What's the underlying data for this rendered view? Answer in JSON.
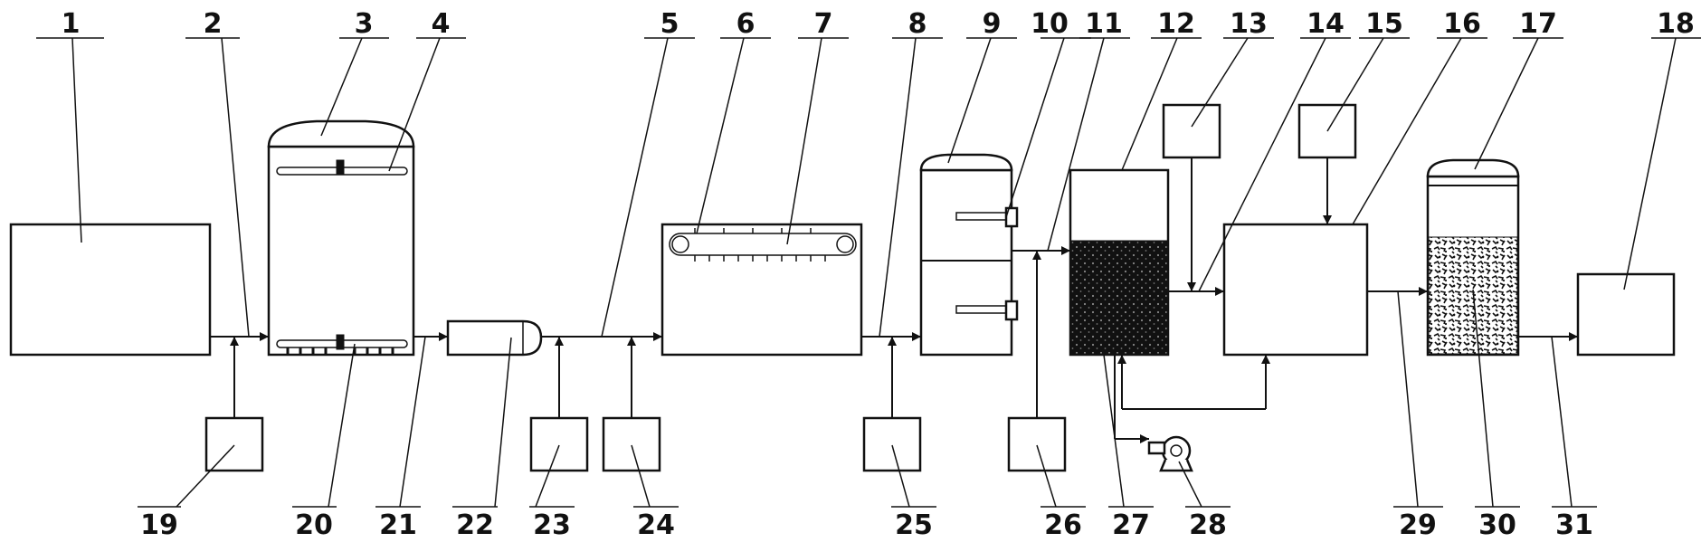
{
  "callouts": [
    {
      "id": "c1",
      "text": "1"
    },
    {
      "id": "c2",
      "text": "2"
    },
    {
      "id": "c3",
      "text": "3"
    },
    {
      "id": "c4",
      "text": "4"
    },
    {
      "id": "c5",
      "text": "5"
    },
    {
      "id": "c6",
      "text": "6"
    },
    {
      "id": "c7",
      "text": "7"
    },
    {
      "id": "c8",
      "text": "8"
    },
    {
      "id": "c9",
      "text": "9"
    },
    {
      "id": "c10",
      "text": "10"
    },
    {
      "id": "c11",
      "text": "11"
    },
    {
      "id": "c12",
      "text": "12"
    },
    {
      "id": "c13",
      "text": "13"
    },
    {
      "id": "c14",
      "text": "14"
    },
    {
      "id": "c15",
      "text": "15"
    },
    {
      "id": "c16",
      "text": "16"
    },
    {
      "id": "c17",
      "text": "17"
    },
    {
      "id": "c18",
      "text": "18"
    },
    {
      "id": "c19",
      "text": "19"
    },
    {
      "id": "c20",
      "text": "20"
    },
    {
      "id": "c21",
      "text": "21"
    },
    {
      "id": "c22",
      "text": "22"
    },
    {
      "id": "c23",
      "text": "23"
    },
    {
      "id": "c24",
      "text": "24"
    },
    {
      "id": "c25",
      "text": "25"
    },
    {
      "id": "c26",
      "text": "26"
    },
    {
      "id": "c27",
      "text": "27"
    },
    {
      "id": "c28",
      "text": "28"
    },
    {
      "id": "c29",
      "text": "29"
    },
    {
      "id": "c30",
      "text": "30"
    },
    {
      "id": "c31",
      "text": "31"
    }
  ]
}
